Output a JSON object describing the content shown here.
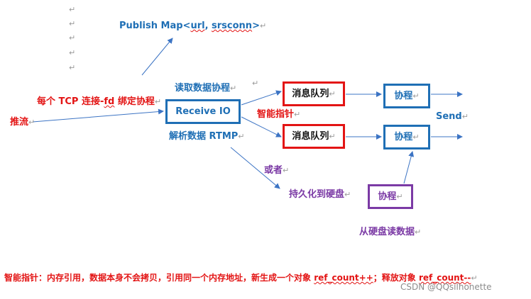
{
  "top_label": {
    "prefix": "Publish Map<",
    "url": "url",
    "sep": ", ",
    "conn": "srsconn",
    "suffix": ">"
  },
  "para_mark": "↵",
  "left_labels": {
    "bind_coroutine_prefix": "每个 TCP 连接-",
    "bind_coroutine_fd": "fd",
    "bind_coroutine_suffix": " 绑定协程",
    "push_stream": "推流"
  },
  "receive": {
    "read_label": "读取数据协程",
    "box_label": "Receive IO",
    "parse_label": "解析数据 RTMP"
  },
  "queues": {
    "queue1": "消息队列",
    "queue2": "消息队列",
    "smart_ptr": "智能指针"
  },
  "coroutines": {
    "co1": "协程",
    "co2": "协程",
    "co3": "协程"
  },
  "send_label": "Send",
  "or_label": "或者",
  "persist_label": "持久化到硬盘",
  "read_disk_label": "从硬盘读数据",
  "footer": {
    "main": "智能指针：内存引用，数据本身不会拷贝，引用同一个内存地址，新生成一个对象 ",
    "ref_inc": "ref_count++",
    "mid": "；释放对象 ",
    "ref_dec": "ref_count--"
  },
  "watermark": "CSDN @QQsilhonette"
}
